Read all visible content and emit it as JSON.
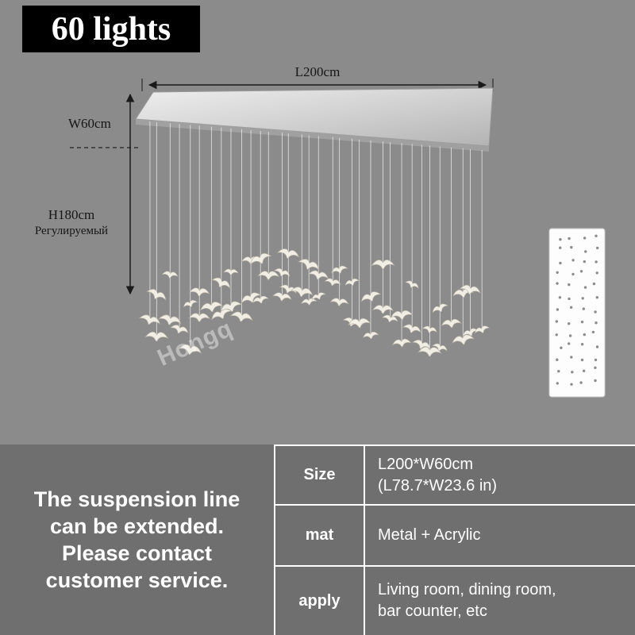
{
  "badge": {
    "label": "60 lights"
  },
  "diagram": {
    "length_label": "L200cm",
    "width_label": "W60cm",
    "height_label": "H180cm",
    "height_note": "Регулируемый",
    "watermark": "Hongq"
  },
  "notice": {
    "text": "The suspension line\ncan be extended.\nPlease contact\ncustomer service."
  },
  "spec_table": {
    "rows": [
      {
        "label": "Size",
        "value": "L200*W60cm\n(L78.7*W23.6 in)"
      },
      {
        "label": "mat",
        "value": "Metal + Acrylic"
      },
      {
        "label": "apply",
        "value": "Living room, dining room,\nbar counter, etc"
      }
    ]
  },
  "colors": {
    "stage_bg": "#8b8b8b",
    "panel_bg": "#6f6f6f",
    "badge_bg": "#000000",
    "text": "#ffffff"
  }
}
